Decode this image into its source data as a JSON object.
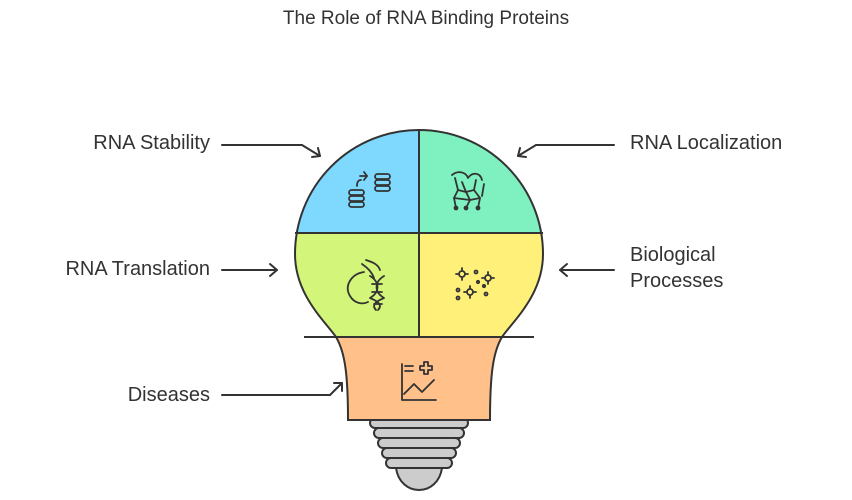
{
  "title": "The Role of RNA Binding Proteins",
  "colors": {
    "stability": "#7fd9ff",
    "localization": "#7ff0c0",
    "translation": "#d3f57a",
    "biological": "#fff07a",
    "diseases": "#ffc08a",
    "base": "#cccccc",
    "outline": "#333333"
  },
  "labels": {
    "stability": "RNA Stability",
    "localization": "RNA Localization",
    "translation": "RNA Translation",
    "biological": [
      "Biological",
      "Processes"
    ],
    "diseases": "Diseases"
  },
  "icons": {
    "stability": "database-sync-icon",
    "localization": "network-icon",
    "translation": "dna-plant-icon",
    "biological": "particles-icon",
    "diseases": "medical-chart-icon"
  }
}
